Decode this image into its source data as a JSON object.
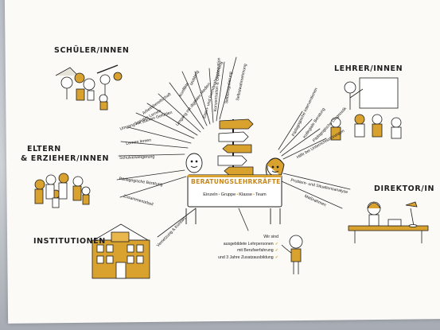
{
  "groups": {
    "students": "SCHÜLER/INNEN",
    "teachers": "LEHRER/INNEN",
    "parents_line1": "ELTERN",
    "parents_line2": "& ERZIEHER/INNEN",
    "institutions": "INSTITUTIONEN",
    "director": "DIREKTOR/IN"
  },
  "center": {
    "title": "BERATUNGSLEHRKRÄFTE",
    "modes": [
      "Einzeln",
      "Gruppe",
      "Klasse",
      "Team"
    ]
  },
  "topics_fan": [
    "Selbstwahrnehmung",
    "Selbstregulierung",
    "Konzentration & Organisation",
    "Eigen- und Fremdwahrnehmung",
    "Mobbing",
    "Konflikte",
    "Umgang mit digitalen Medien",
    "Arbeitsbereitschaft",
    "Soziales Lernen",
    "Umgang mit starken Gefühlen",
    "Lernen lernen",
    "Schulverweigerung"
  ],
  "parents_topics": [
    "Pädagogische Beratung",
    "Zusammenarbeit"
  ],
  "institutions_topic": "Vernetzung & Kontakt",
  "teacher_topics": [
    "Pädagogische Interventionen",
    "Kollegiale Beratung",
    "Pädagogische Diagnostik",
    "Hilfe bei Unterrichtsstörungen"
  ],
  "director_topics": [
    "Problem- und Situationsanalyse",
    "Maßnahmen"
  ],
  "note": {
    "lines": [
      "Wir sind",
      "ausgebildete Lehrpersonen",
      "mit Berufserfahrung",
      "und 3 Jahre Zusatzausbildung"
    ]
  },
  "colors": {
    "accent": "#d9a22e",
    "ink": "#1f1f1f",
    "paper": "#fbfaf7"
  }
}
